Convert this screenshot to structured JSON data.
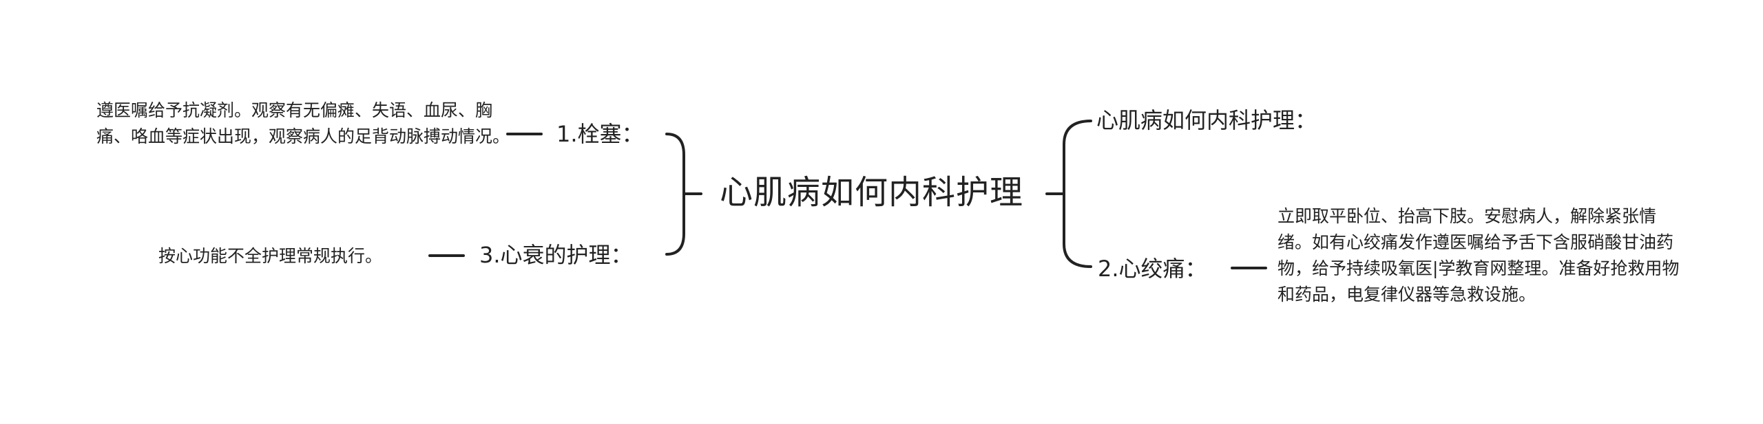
{
  "center": {
    "label": "心肌病如何内科护理"
  },
  "branches": {
    "right_top": {
      "label": "心肌病如何内科护理："
    },
    "right_bottom": {
      "label": "2.心绞痛：",
      "detail": "立即取平卧位、抬高下肢。安慰病人，解除紧张情绪。如有心绞痛发作遵医嘱给予舌下含服硝酸甘油药物，给予持续吸氧医|学教育网整理。准备好抢救用物和药品，电复律仪器等急救设施。"
    },
    "left_top": {
      "label": "1.栓塞：",
      "detail": "遵医嘱给予抗凝剂。观察有无偏瘫、失语、血尿、胸痛、咯血等症状出现，观察病人的足背动脉搏动情况。"
    },
    "left_bottom": {
      "label": "3.心衰的护理：",
      "detail": "按心功能不全护理常规执行。"
    }
  },
  "colors": {
    "line": "#222222",
    "text": "#222222",
    "background": "#ffffff"
  }
}
